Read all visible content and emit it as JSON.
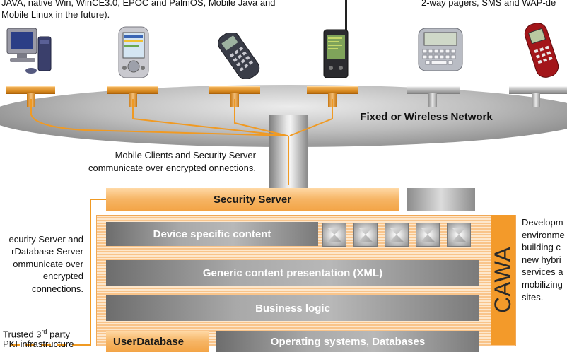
{
  "notes": {
    "left_top_1": "JAVA, native Win, WinCE3.0, EPOC and PalmOS, Mobile Java and",
    "left_top_2": "Mobile Linux in the future).",
    "right_top": "2-way pagers, SMS and WAP-de",
    "encrypted_1": "Mobile Clients and Security Server",
    "encrypted_2": "communicate over encrypted onnections.",
    "left_mid": [
      "ecurity Server and",
      "rDatabase Server",
      "ommunicate over",
      "encrypted",
      "connections."
    ],
    "trusted_1": "Trusted 3",
    "trusted_sup": "rd",
    "trusted_2": " party",
    "trusted_3": "PKI infrastructure",
    "right_mid": [
      "Developm",
      "environme",
      "building c",
      "new hybri",
      "services a",
      "mobilizing",
      "sites."
    ]
  },
  "network_label": "Fixed or Wireless Network",
  "layers": {
    "security_server": "Security Server",
    "device_content": "Device specific content",
    "generic_content": "Generic content presentation (XML)",
    "business_logic": "Business logic",
    "user_database": "UserDatabase",
    "os_db": "Operating systems, Databases"
  },
  "cawa": "CAWA",
  "devices": [
    "desktop-computer",
    "pocket-pc",
    "mobile-phone",
    "palm-pda",
    "two-way-pager",
    "nokia-phone"
  ]
}
